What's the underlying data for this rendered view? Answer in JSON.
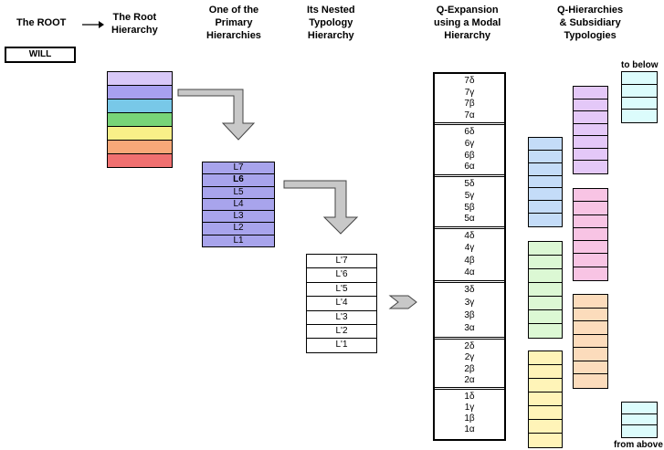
{
  "headers": {
    "root": "The ROOT",
    "root_hierarchy": [
      "The Root",
      "Hierarchy"
    ],
    "primary": [
      "One of the",
      "Primary",
      "Hierarchies"
    ],
    "nested": [
      "Its Nested",
      "Typology",
      "Hierarchy"
    ],
    "qexpansion": [
      "Q-Expansion",
      "using a Modal",
      "Hierarchy"
    ],
    "qhierarchies": [
      "Q-Hierarchies",
      "& Subsidiary",
      "Typologies"
    ]
  },
  "will_label": "WILL",
  "root_bands": [
    "#d8c8f8",
    "#a8a0f0",
    "#78c8e8",
    "#78d478",
    "#f8f088",
    "#f8a878",
    "#f07070"
  ],
  "l_levels": [
    "L7",
    "L6",
    "L5",
    "L4",
    "L3",
    "L2",
    "L1"
  ],
  "lprime_levels": [
    "L'7",
    "L'6",
    "L'5",
    "L'4",
    "L'3",
    "L'2",
    "L'1"
  ],
  "q_groups": [
    [
      "7δ",
      "7γ",
      "7β",
      "7α"
    ],
    [
      "6δ",
      "6γ",
      "6β",
      "6α"
    ],
    [
      "5δ",
      "5γ",
      "5β",
      "5α"
    ],
    [
      "4δ",
      "4γ",
      "4β",
      "4α"
    ],
    [
      "3δ",
      "3γ",
      "3β",
      "3α"
    ],
    [
      "2δ",
      "2γ",
      "2β",
      "2α"
    ],
    [
      "1δ",
      "1γ",
      "1β",
      "1α"
    ]
  ],
  "to_below": "to below",
  "from_above": "from above",
  "colors": {
    "blue": "#c4dcf8",
    "green": "#dcf8d4",
    "yellow": "#fff4b8",
    "purple": "#e4c8f8",
    "pink": "#f8c4e4",
    "orange": "#fcdcbc",
    "cyan": "#dcfcfc",
    "l_fill": "#a8a4ec",
    "arrow_gray": "#c8c8c8"
  }
}
